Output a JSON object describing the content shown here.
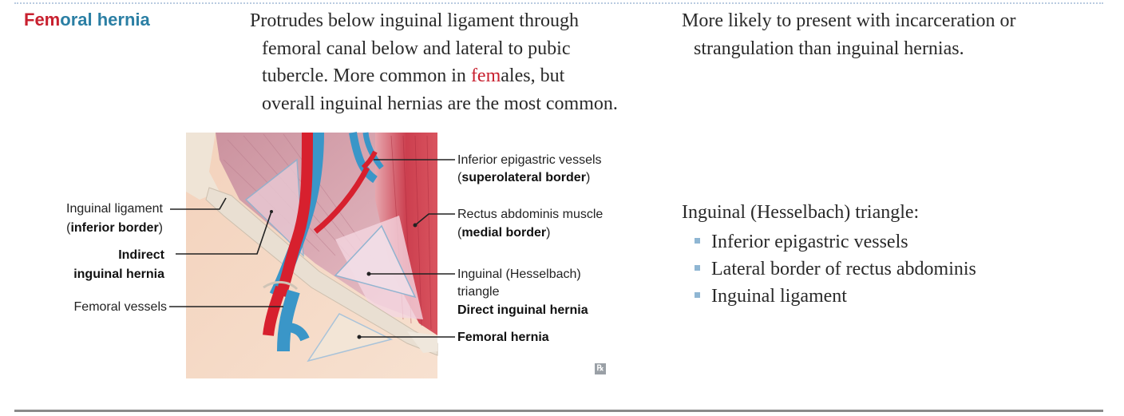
{
  "entry": {
    "term_prefix": "Fem",
    "term_rest": "oral hernia",
    "description_lines": [
      "Protrudes below inguinal ligament through",
      "femoral canal below and lateral to pubic",
      "tubercle. More common in ",
      "ales, but",
      "overall inguinal hernias are the most common."
    ],
    "description_highlight": "fem",
    "note_lines": [
      "More likely to present with incarceration or",
      "strangulation than inguinal hernias."
    ]
  },
  "figure": {
    "labels_left": {
      "inguinal_ligament": "Inguinal ligament",
      "inguinal_ligament_paren_open": "(",
      "inguinal_ligament_sub": "inferior border",
      "inguinal_ligament_paren_close": ")",
      "indirect_1": "Indirect",
      "indirect_2": "inguinal hernia",
      "femoral_vessels": "Femoral vessels"
    },
    "labels_right": {
      "epigastric": "Inferior epigastric vessels",
      "epigastric_sub": "superolateral border",
      "rectus": "Rectus abdominis muscle",
      "rectus_sub": "medial border",
      "hesselbach_1": "Inguinal (Hesselbach)",
      "hesselbach_2": "triangle",
      "direct": "Direct inguinal hernia",
      "femoral": "Femoral hernia"
    },
    "badge": "℞",
    "colors": {
      "artery": "#d7202e",
      "vein": "#3a96c8",
      "muscle": "#c9576a",
      "skin": "#f6dcc8"
    }
  },
  "triangle": {
    "heading": "Inguinal (Hesselbach) triangle:",
    "items": [
      "Inferior epigastric vessels",
      "Lateral border of rectus abdominis",
      "Inguinal ligament"
    ]
  }
}
